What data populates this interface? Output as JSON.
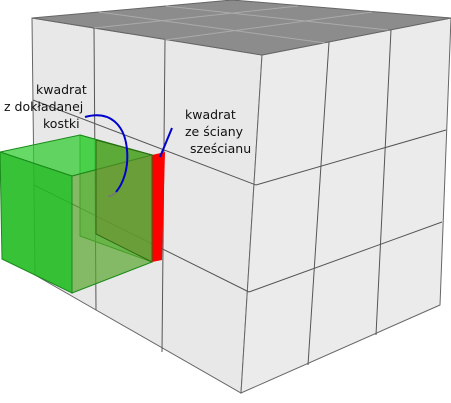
{
  "labels": {
    "small_cube_square": {
      "lines": [
        "kwadrat",
        "z dokładanej",
        "kostki"
      ]
    },
    "cube_face_square": {
      "lines": [
        "kwadrat",
        "ze ściany",
        "sześcianu"
      ]
    }
  },
  "colors": {
    "cube_face": "#e6e6e6",
    "cube_top": "#8a8a8a",
    "highlight_square": "#ff0000",
    "small_cube_green": "#22bb22",
    "pointer_line": "#0000cc"
  }
}
